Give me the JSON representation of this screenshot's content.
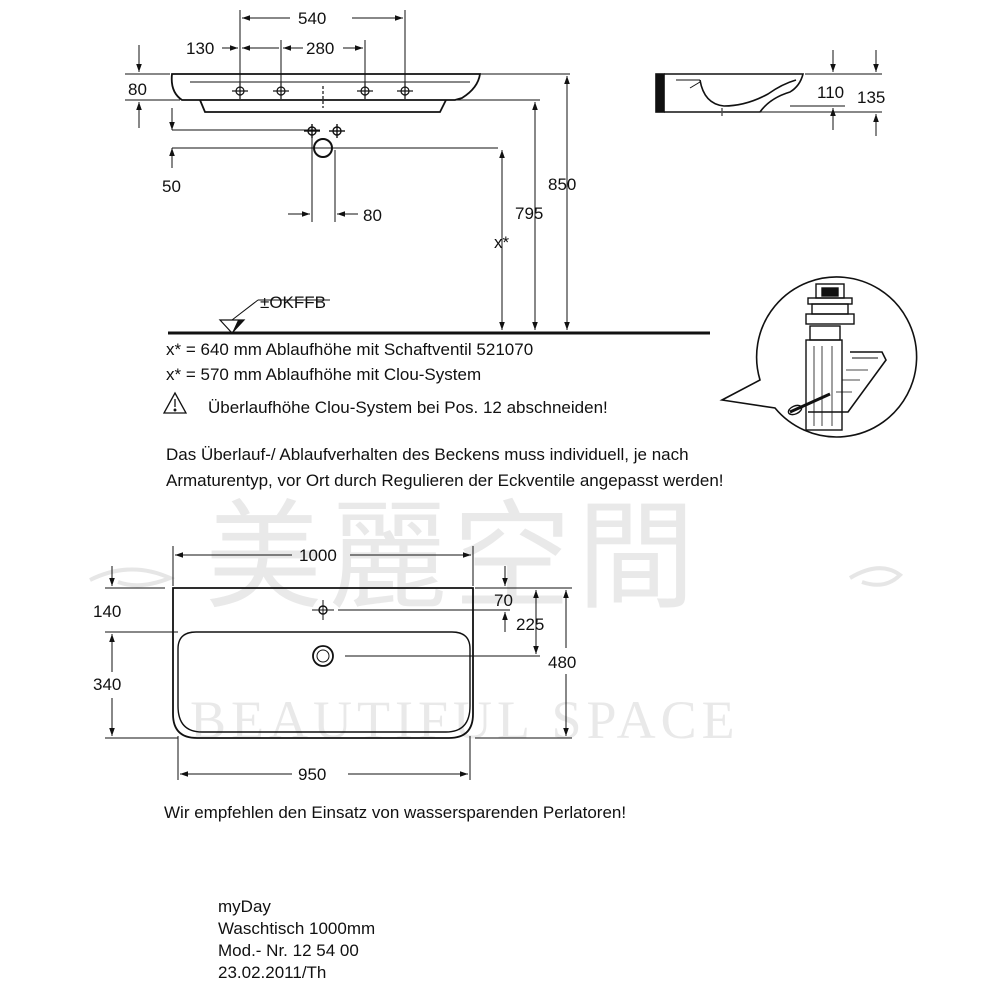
{
  "watermark": {
    "cjk": "美麗空間",
    "latin": "BEAUTIFUL SPACE"
  },
  "front_view": {
    "dims": {
      "overall_tap": "540",
      "left_offset": "130",
      "inner_holes": "280",
      "rim_height": "80",
      "drain_offset": "50",
      "drain_width": "80",
      "height_total": "850",
      "height_rim": "795",
      "height_drain": "x*"
    },
    "floor_label": "±OKFFB"
  },
  "side_view": {
    "dims": {
      "inner_depth": "110",
      "outer_depth": "135"
    }
  },
  "notes": {
    "line1": "x* = 640 mm Ablaufhöhe mit Schaftventil 521070",
    "line2": "x* = 570 mm Ablaufhöhe mit Clou-System",
    "warning": "Überlaufhöhe Clou-System bei Pos. 12 abschneiden!",
    "para1": "Das Überlauf-/ Ablaufverhalten des Beckens muss individuell, je nach",
    "para2": "Armaturentyp, vor Ort durch Regulieren der Eckventile angepasst werden!"
  },
  "top_view": {
    "dims": {
      "width": "1000",
      "bowl_width": "950",
      "back_to_bowl": "140",
      "bowl_depth": "340",
      "tap_from_back": "70",
      "drain_from_back": "225",
      "overall_depth": "480"
    }
  },
  "recommendation": "Wir empfehlen den Einsatz von wassersparenden Perlatoren!",
  "title_block": {
    "product": "myDay",
    "description": "Waschtisch 1000mm",
    "model": "Mod.- Nr. 12 54 00",
    "date": "23.02.2011/Th"
  }
}
